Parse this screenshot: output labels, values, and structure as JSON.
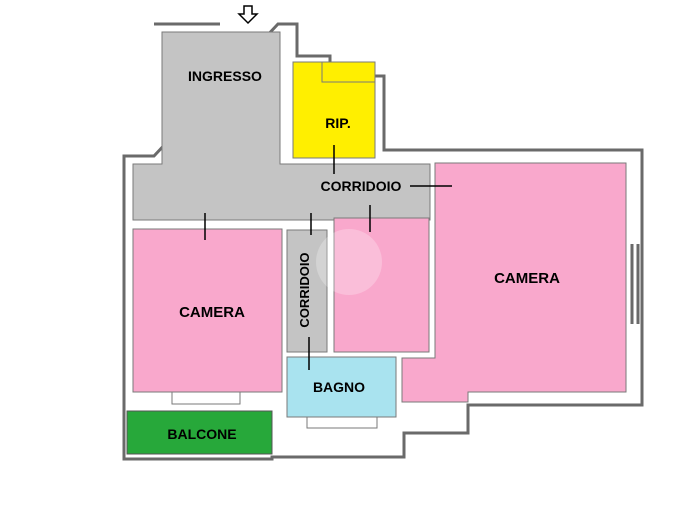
{
  "floorplan": {
    "entrance_icon": "down-arrow-icon",
    "rooms": {
      "ingresso": {
        "label": "INGRESSO",
        "color": "#c4c4c4"
      },
      "ripostiglio": {
        "label": "RIP.",
        "color": "#ffef00"
      },
      "corridoio_main": {
        "label": "CORRIDOIO",
        "color": "#c4c4c4"
      },
      "corridoio_vertical": {
        "label": "CORRIDOIO",
        "color": "#c4c4c4"
      },
      "camera_left": {
        "label": "CAMERA",
        "color": "#f9a8cc"
      },
      "camera_right": {
        "label": "CAMERA",
        "color": "#f9a8cc"
      },
      "small_room": {
        "label": "",
        "color": "#f9a8cc"
      },
      "bagno": {
        "label": "BAGNO",
        "color": "#a9e3ef"
      },
      "balcone": {
        "label": "BALCONE",
        "color": "#27a83a"
      }
    },
    "wall_color": "#6a6a6a"
  }
}
